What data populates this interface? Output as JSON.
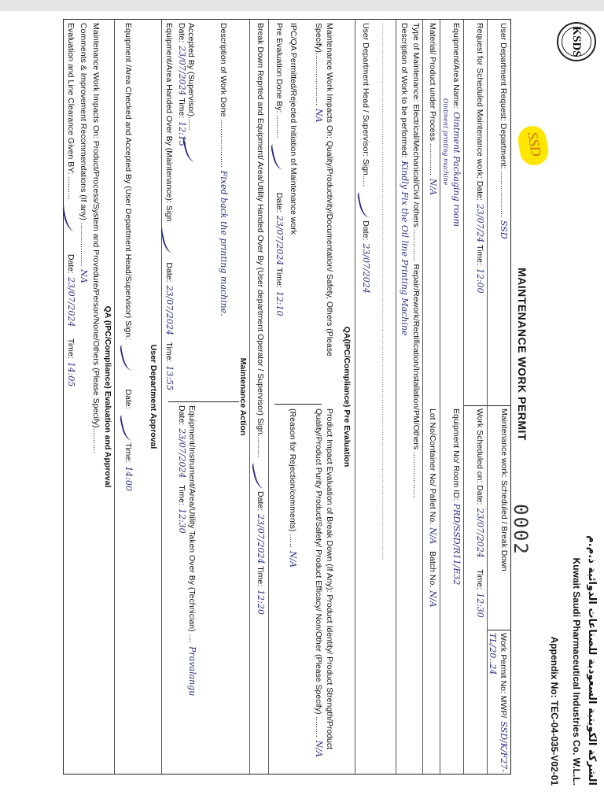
{
  "header": {
    "logo": "KSDS",
    "highlight": "SSD",
    "company_ar": "الشركة الكويتية السعودية للصناعات الدوائية ذ.م.م",
    "company_en": "Kuwait Saudi Pharmaceutical Industries Co. W.L.L.",
    "appendix": "Appendix No: TEC-04-035-V02-01",
    "title": "MAINTENANCE WORK PERMIT",
    "serial": "0002"
  },
  "rows": {
    "dept_label": "User Department Request:  Department: ....................",
    "dept_value": "SSD",
    "mw_label": "Maintenance work: Scheduled / Break Down",
    "wp_label": "Work Permit No: MWP/",
    "wp_value": "SSD/K/F27-TL/20..24",
    "req_label": "Request for Scheduled Maintenance work: Date:",
    "req_date": "23/07/24",
    "req_time_label": "Time:",
    "req_time": "12:00",
    "ws_label": "Work Scheduled on:  Date:",
    "ws_date": "23/07/2024",
    "ws_time_label": "Time:",
    "ws_time": "12:30",
    "equip_label": "Equipment/Area Name:",
    "equip_value": "Ointment Packaging room",
    "equip_sub": "Ointment printing machine",
    "eqno_label": "Equipment No/ Room ID:",
    "eqno_value": "PRD/SSD/R11/E32",
    "material_label": "Material/ Product under Process ..............",
    "material_value": "N/A",
    "lot_label": "Lot No/Container No/ Pallet No.",
    "lot_value": "N/A",
    "batch_label": "Batch No.",
    "batch_value": "N/A",
    "type_label": "Type of Maintenance: Electrical/Mechanical/Civil /others ..............  Repair/Rework/Rectification/Installation/PM/Others ....................",
    "desc_label": "Description of Work to be performed:",
    "desc_value": "Kindly Fix the Oil line Printing Machine",
    "head_label": "User Department Head / Supervisor: Sign.....",
    "head_date_label": "Date:",
    "head_date": "23/07/2024"
  },
  "qa_pre": {
    "title": "QA(IPC/Compliance) Pre Evaluation",
    "impacts_label": "Maintenance Work Impacts On: Quality/Productivity/Documentation/ Safety, Others (Please Specify).......................",
    "impacts_value": "NA",
    "product_label": "Product Impact Evaluation of Break Down (If Any): Product Identity/ Product Strength/Product Quality/Product Purity Product/Safety/ Product Efficacy/ Non/Other (Please Specify) .........",
    "product_value": "N/A",
    "permit_label": "IPC/QA Permitted/Rejected Initiation of Maintenance work",
    "reason_label": "(Reason for Rejection/comments) ......",
    "reason_value": "N/A",
    "pre_done_label": "Pre Evaluation Done By: ..........",
    "pre_date_label": "Date:",
    "pre_date": "23/07/2024",
    "pre_time_label": "Time:",
    "pre_time": "12:10",
    "breakdown_label": "Break Down Reprted and Equipment/ Area/Utility Handed Over By (User department Operator / Supervisor) Sign..........",
    "breakdown_date_label": "Date:",
    "breakdown_date": "23/07/2024",
    "breakdown_time_label": "Time:",
    "breakdown_time": "12:20"
  },
  "action": {
    "title": "Maintenance Action",
    "desc_label": "Description of Work Done .....................",
    "desc_value": "Fixed back the printing machine.",
    "accepted_label": "Accepted By (Supervisor)......",
    "accepted_date_label": "Date:",
    "accepted_date": "23/07/2024",
    "accepted_time_label": "Time:",
    "accepted_time": "12:15",
    "taken_label": "Equipment/Instrument/Area/Utility Taken Over By (Technician) ....",
    "taken_value": "Pravalangu",
    "taken_date_label": "Date:",
    "taken_date": "23/07/2024",
    "taken_time_label": "Time:",
    "taken_time": "12:30",
    "handed_label": "Equipment/Area Handed Over By (Maintenance): Sign",
    "handed_date_label": "Date:",
    "handed_date": "23/07/2024",
    "handed_time_label": "Time:",
    "handed_time": "13:55"
  },
  "approval": {
    "title": "User Department Approval",
    "checked_label": "Equipment /Area Checked and Accepted By (User Department Head/Supervisor) Sign:",
    "checked_date_label": "Date:",
    "checked_time_label": "Time:",
    "checked_time": "14:00"
  },
  "qa_eval": {
    "title": "QA (IPC/Compliance) Evaluation and Approval",
    "impacts_label": "Maintenance Work Impacts On: Product/Process/System and Provedure/Person/None/Others (Please Specify)...........",
    "comments_label": "Comments & Improvement Recommendations (If any) ...................",
    "comments_value": "NA",
    "clearance_label": "Evaluation and Line Clearance Given BY: ..........",
    "clearance_date_label": "Date:",
    "clearance_date": "23/07/2024",
    "clearance_time_label": "Time:",
    "clearance_time": "14:05"
  }
}
